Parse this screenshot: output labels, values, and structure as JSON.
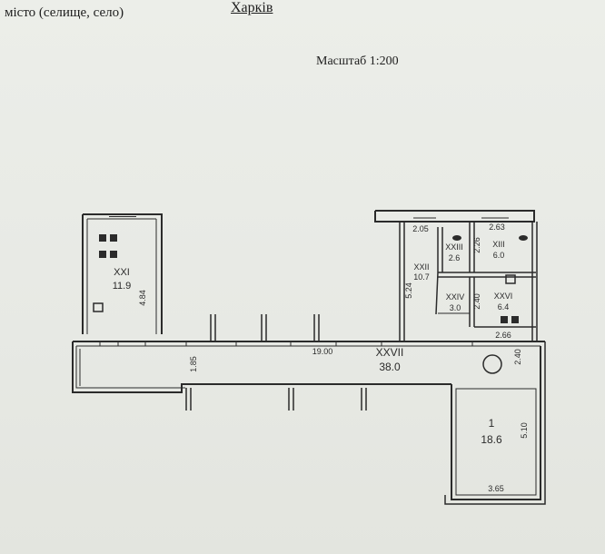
{
  "header": {
    "location_label": "місто (селище, село)",
    "city": "Харків",
    "scale": "Масштаб 1:200"
  },
  "rooms": {
    "xxi": {
      "number": "XXI",
      "area": "11.9"
    },
    "xxii": {
      "number": "XXII",
      "area": "10.7"
    },
    "xxiii": {
      "number": "XXIII",
      "area": "2.6"
    },
    "xiii": {
      "number": "XIII",
      "area": "6.0"
    },
    "xxiv": {
      "number": "XXIV",
      "area": "3.0"
    },
    "xxvi": {
      "number": "XXVI",
      "area": "6.4"
    },
    "xxvii": {
      "number": "XXVII",
      "area": "38.0"
    },
    "r1": {
      "number": "1",
      "area": "18.6"
    }
  },
  "dimensions": {
    "d_484": "4.84",
    "d_205": "2.05",
    "d_263": "2.63",
    "d_226": "2.26",
    "d_524": "5.24",
    "d_240a": "2.40",
    "d_266": "2.66",
    "d_1900": "19.00",
    "d_185": "1.85",
    "d_240b": "2.40",
    "d_510": "5.10",
    "d_365": "3.65"
  }
}
